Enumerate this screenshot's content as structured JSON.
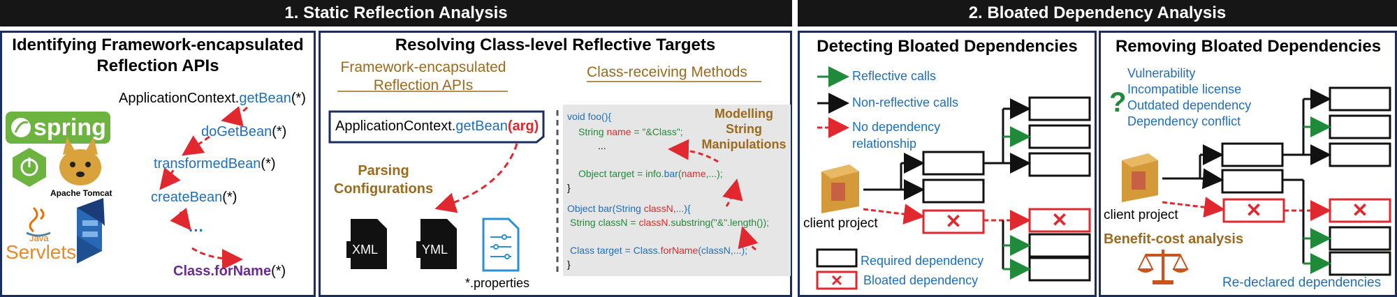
{
  "headers": {
    "static": "1. Static Reflection Analysis",
    "bloated": "2. Bloated Dependency Analysis"
  },
  "panel1": {
    "title": "Identifying Framework-encapsulated Reflection APIs",
    "spring_label": "spring",
    "tomcat_label": "Apache Tomcat",
    "java_label": "Java",
    "servlets_label": "Servlets",
    "chain": [
      {
        "prefix": "ApplicationContext.",
        "method": "getBean",
        "suffix": "(*)"
      },
      {
        "prefix": "",
        "method": "doGetBean",
        "suffix": "(*)"
      },
      {
        "prefix": "",
        "method": "transformedBean",
        "suffix": "(*)"
      },
      {
        "prefix": "",
        "method": "createBean",
        "suffix": "(*)"
      },
      {
        "prefix": "",
        "method": "···",
        "suffix": ""
      },
      {
        "prefix": "Class.",
        "method": "forName",
        "suffix": "(*)"
      }
    ]
  },
  "panel2": {
    "title": "Resolving Class-level Reflective Targets",
    "sub_left": "Framework-encapsulated Reflection APIs",
    "sub_right": "Class-receiving Methods",
    "api_box": {
      "prefix": "ApplicationContext.",
      "method": "getBean",
      "arg": "(arg)"
    },
    "parsing": "Parsing Configurations",
    "modelling": "Modelling String Manipulations",
    "files": [
      "XML",
      "YML"
    ],
    "properties": "*.properties",
    "code": {
      "l1": "void foo(){",
      "l2a": "String ",
      "l2b": "name",
      "l2c": " = \"&Class\";",
      "l3": "...",
      "l4a": "Object target = info.",
      "l4b": "bar",
      "l4c": "(",
      "l4d": "name",
      "l4e": ",...);",
      "l5": "}",
      "l6a": "Object bar(String ",
      "l6b": "classN",
      "l6c": ",...){",
      "l7a": "String classN = ",
      "l7b": "classN",
      "l7c": ".substring(\"&\".length());",
      "l8a": "Class target = Class.",
      "l8b": "forName",
      "l8c": "(classN,...);",
      "l9": "}"
    }
  },
  "panel3": {
    "title": "Detecting Bloated Dependencies",
    "legend": [
      "Reflective calls",
      "Non-reflective calls",
      "No dependency relationship"
    ],
    "client": "client project",
    "bottom_legend": [
      "Required dependency",
      "Bloated dependency"
    ]
  },
  "panel4": {
    "title": "Removing Bloated Dependencies",
    "reasons": [
      "Vulnerability",
      "Incompatible license",
      "Outdated dependency",
      "Dependency conflict"
    ],
    "client": "client project",
    "benefit": "Benefit-cost analysis",
    "redeclared": "Re-declared dependencies"
  },
  "colors": {
    "green": "#1f8a3a",
    "red": "#e0282e",
    "blue": "#1e6fb8",
    "brown": "#9b6a1c",
    "navy": "#1b2d5c"
  }
}
